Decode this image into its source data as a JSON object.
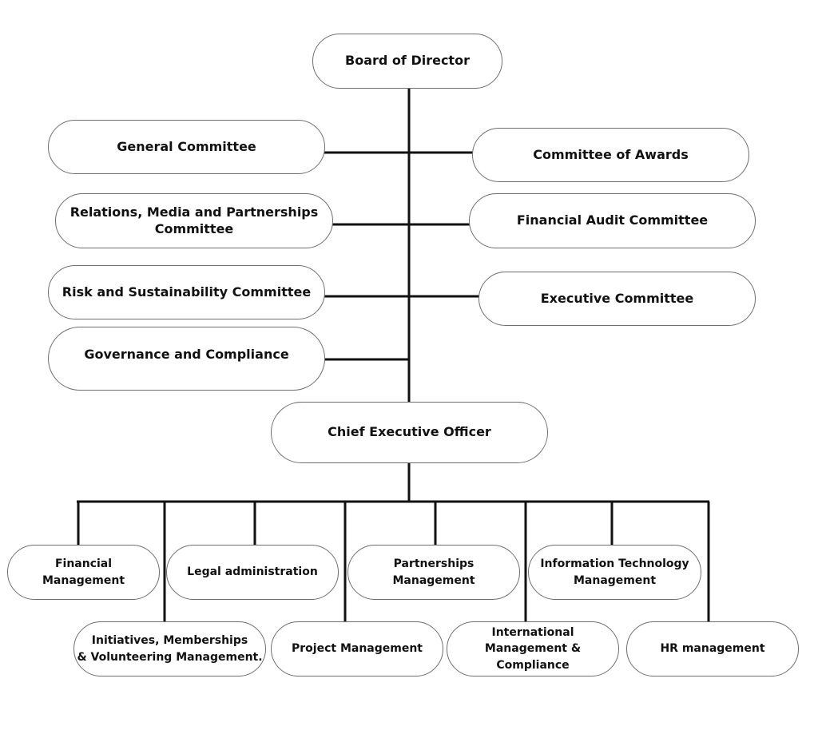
{
  "board": "Board of Director",
  "committees": {
    "general": "General Committee",
    "awards": "Committee of Awards",
    "relations": "Relations, Media and Partnerships\nCommittee",
    "audit": "Financial Audit Committee",
    "risk": "Risk and Sustainability Committee",
    "executive": "Executive Committee",
    "governance": "Governance and Compliance"
  },
  "ceo": "Chief Executive Officer",
  "departments": {
    "financial": "Financial\nManagement",
    "legal": "Legal administration",
    "partnerships": "Partnerships\nManagement",
    "it": "Information Technology\nManagement",
    "initiatives": "Initiatives, Memberships\n& Volunteering Management.",
    "project": "Project Management",
    "international": "International\nManagement & Compliance",
    "hr": "HR management"
  },
  "colors": {
    "line": "#111111",
    "border": "#6e6e6e",
    "text": "#111111"
  }
}
